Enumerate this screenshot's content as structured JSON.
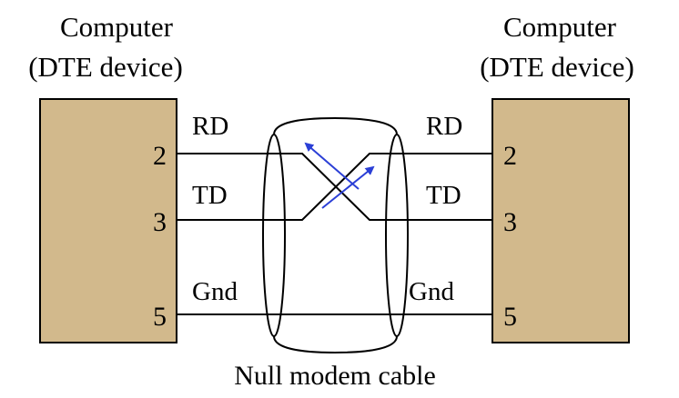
{
  "left_device": {
    "title_line1": "Computer",
    "title_line2": "(DTE device)",
    "pins": [
      "2",
      "3",
      "5"
    ],
    "fill_color": "#d2b98c"
  },
  "right_device": {
    "title_line1": "Computer",
    "title_line2": "(DTE device)",
    "pins": [
      "2",
      "3",
      "5"
    ],
    "fill_color": "#d2b98c"
  },
  "left_signals": [
    "RD",
    "TD",
    "Gnd"
  ],
  "right_signals": [
    "RD",
    "TD",
    "Gnd"
  ],
  "cable_caption": "Null modem cable",
  "data_flow_color": "#2b3fd6"
}
